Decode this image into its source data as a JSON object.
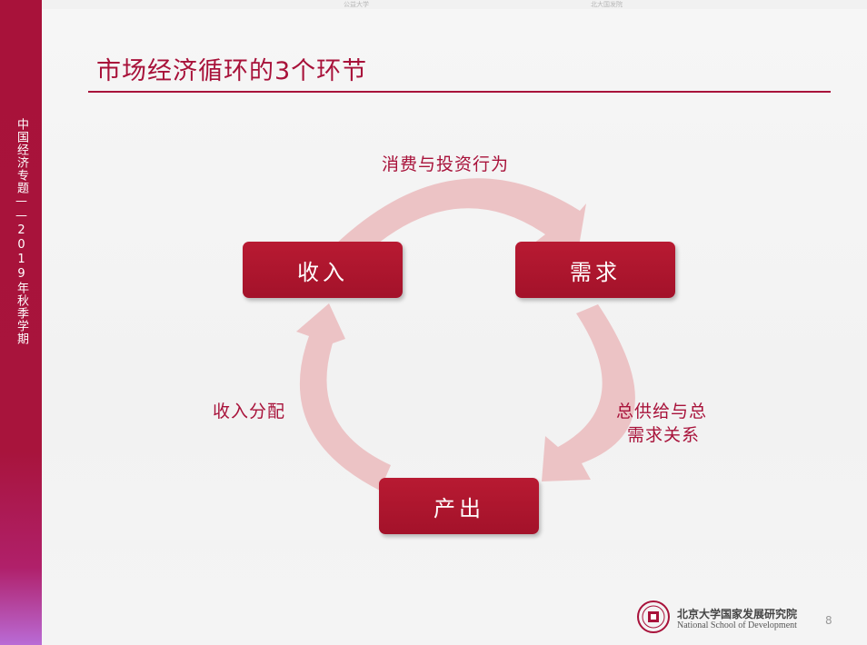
{
  "header": {
    "faint_left": "公益大学",
    "faint_right": "北大国发院"
  },
  "sidebar": {
    "text": "中国经济专题——2019年秋季学期"
  },
  "slide": {
    "title": "市场经济循环的3个环节",
    "nodes": {
      "income": "收入",
      "demand": "需求",
      "output": "产出"
    },
    "labels": {
      "top": "消费与投资行为",
      "right_line1": "总供给与总",
      "right_line2": "需求关系",
      "left": "收入分配"
    },
    "colors": {
      "accent": "#a8123a",
      "arrow": "#ecc3c5"
    }
  },
  "footer": {
    "institution_cn": "北京大学国家发展研究院",
    "institution_en": "National School of Development",
    "page_number": "8"
  }
}
